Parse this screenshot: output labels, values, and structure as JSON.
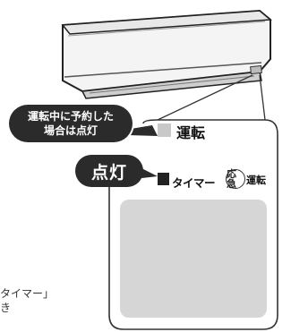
{
  "illustration": {
    "callout_line1": "運転中に予約した",
    "callout_line2": "場合は点灯",
    "lit_badge": "点灯",
    "run_label": "運転",
    "timer_label": "タイマー",
    "emergency_circle": "応急",
    "emergency_rest": "運転",
    "side_text_line1": "タイマー」",
    "side_text_line2": "き"
  },
  "colors": {
    "indicator_gray": "#c8c8c8",
    "indicator_black": "#222222",
    "panel_gray": "#d6d6d6",
    "callout_fill": "#2b2b2b"
  }
}
